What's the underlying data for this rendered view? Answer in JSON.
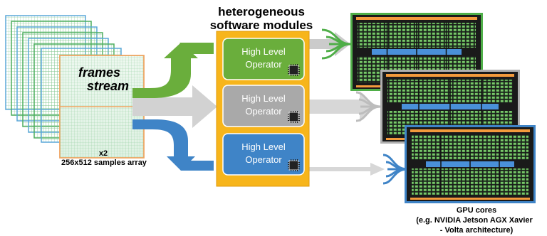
{
  "title": {
    "line1": "heterogeneous",
    "line2": "software modules"
  },
  "input": {
    "label_line1": "frames",
    "label_line2": "stream",
    "multiplier": "x2",
    "array_size": "256x512 samples array"
  },
  "operators": [
    {
      "label_line1": "High Level",
      "label_line2": "Operator",
      "color": "#6aae3c",
      "chip": "chip-icon"
    },
    {
      "label_line1": "High Level",
      "label_line2": "Operator",
      "color": "#a9a9a9",
      "chip": "chip-icon"
    },
    {
      "label_line1": "High Level",
      "label_line2": "Operator",
      "color": "#3f84c7",
      "chip": "chip-icon"
    }
  ],
  "gpu_caption": {
    "line1": "GPU cores",
    "line2": "(e.g. NVIDIA Jetson AGX Xavier",
    "line3": "- Volta architecture)"
  },
  "colors": {
    "green": "#6aae3c",
    "blue": "#3f84c7",
    "gray": "#a9a9a9",
    "arrow_gray": "#c8c8c8",
    "module_panel": "#f7b51b",
    "frame_border": "#f0a460",
    "frame_grid": "#4aa85a",
    "gpu_bg": "#1a1a1a",
    "gpu_header": "#f39a3c",
    "gpu_band": "#4a90d9"
  }
}
